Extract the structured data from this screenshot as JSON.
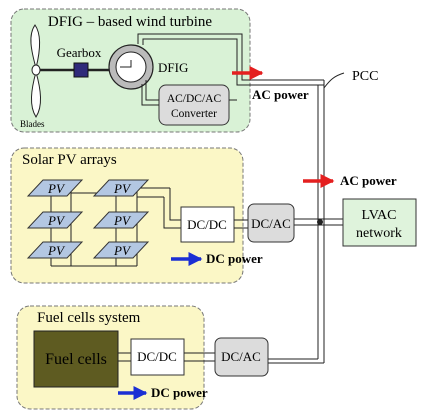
{
  "wind": {
    "title": "DFIG – based wind turbine",
    "gearbox": "Gearbox",
    "dfig": "DFIG",
    "blades": "Blades",
    "converter_line1": "AC/DC/AC",
    "converter_line2": "Converter",
    "power_label": "AC power"
  },
  "pcc": {
    "label": "PCC"
  },
  "grid_power_label": "AC power",
  "solar": {
    "title": "Solar PV arrays",
    "panel_label": "PV",
    "dcdc": "DC/DC",
    "dcac": "DC/AC",
    "power_label": "DC power"
  },
  "network": {
    "line1": "LVAC",
    "line2": "network"
  },
  "fuel": {
    "title": "Fuel cells system",
    "cells_label": "Fuel cells",
    "dcdc": "DC/DC",
    "dcac": "DC/AC",
    "power_label": "DC power"
  },
  "colors": {
    "wind_zone": "#d9f2d6",
    "solar_zone": "#fbf7c6",
    "fuel_zone": "#fbf7c6",
    "box_fill": "#dcdcdc",
    "network_fill": "#dff3dc",
    "pv_fill": "#b3c7e2",
    "fuel_fill": "#5e5b21",
    "ac_arrow": "#e41f1f",
    "dc_arrow": "#1b2fd4"
  }
}
